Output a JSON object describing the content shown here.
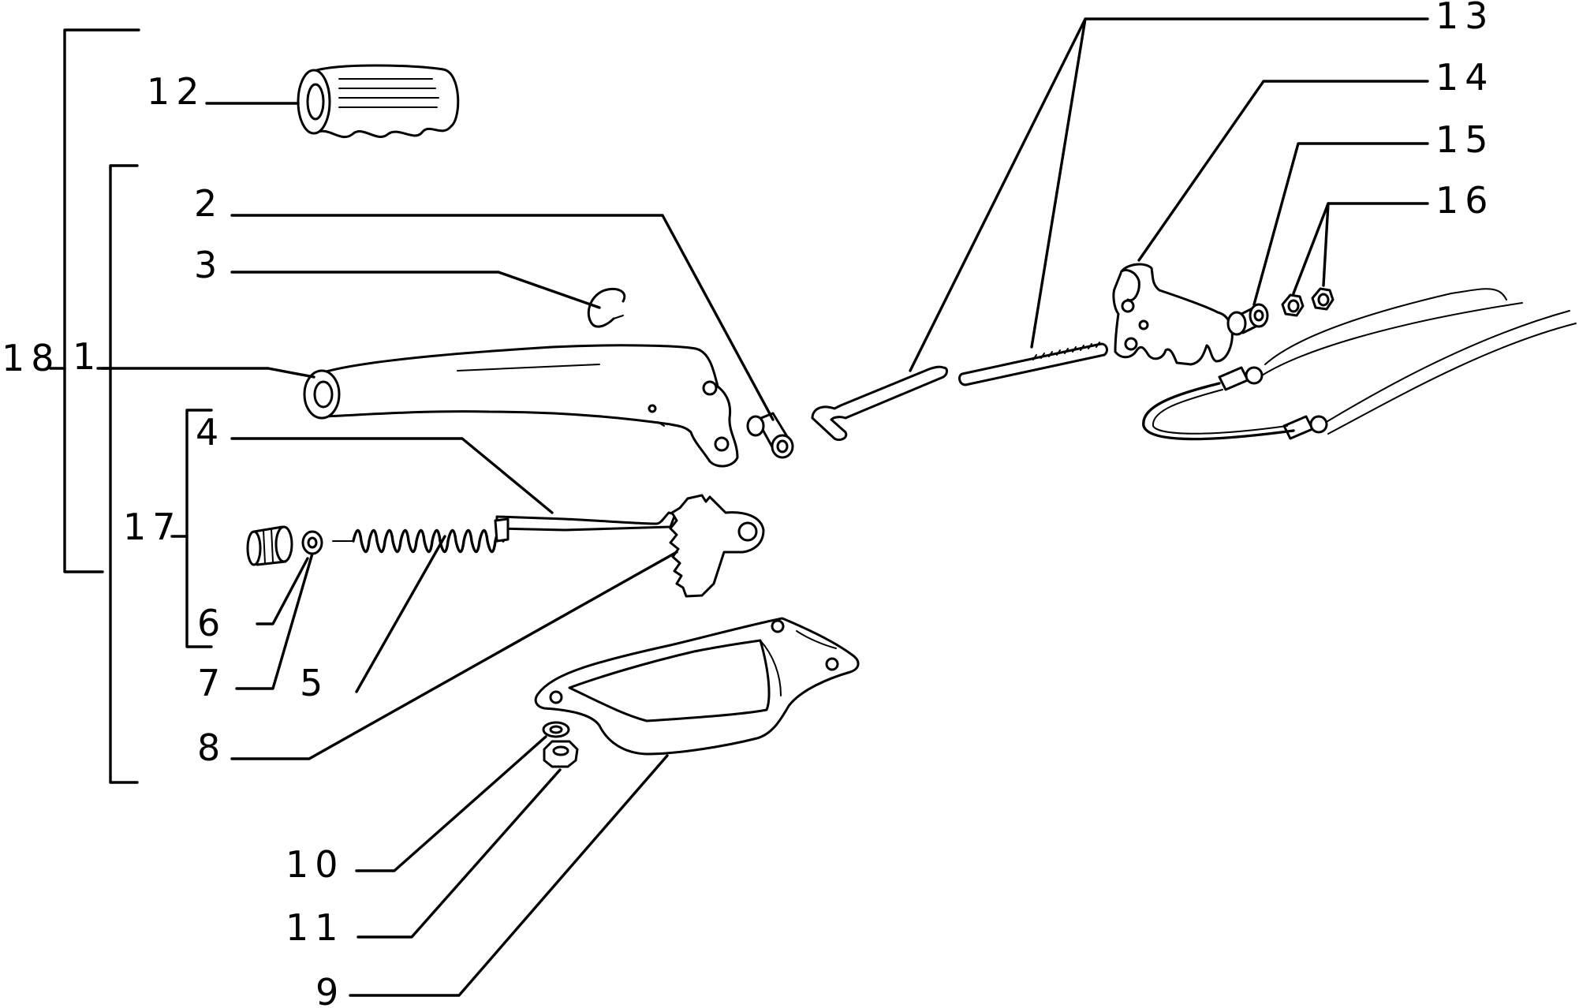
{
  "callouts": [
    "1",
    "2",
    "3",
    "4",
    "5",
    "6",
    "7",
    "8",
    "9",
    "10",
    "11",
    "12",
    "13",
    "14",
    "15",
    "16",
    "17",
    "18"
  ],
  "parts": {
    "handle_grip": "12",
    "brake_lever": "1",
    "pin": "2",
    "clip_ring": "3",
    "pawl_rod": "4",
    "spring": "5",
    "push_button": "6",
    "washer": "7",
    "ratchet_sector": "8",
    "boot_cover": "9",
    "washer_small": "10",
    "nut": "11",
    "tie_rod": "13",
    "equalizer_bracket": "14",
    "spacer_bushing": "15",
    "nuts_pair": "16",
    "assembly_17": "17",
    "assembly_18": "18"
  }
}
